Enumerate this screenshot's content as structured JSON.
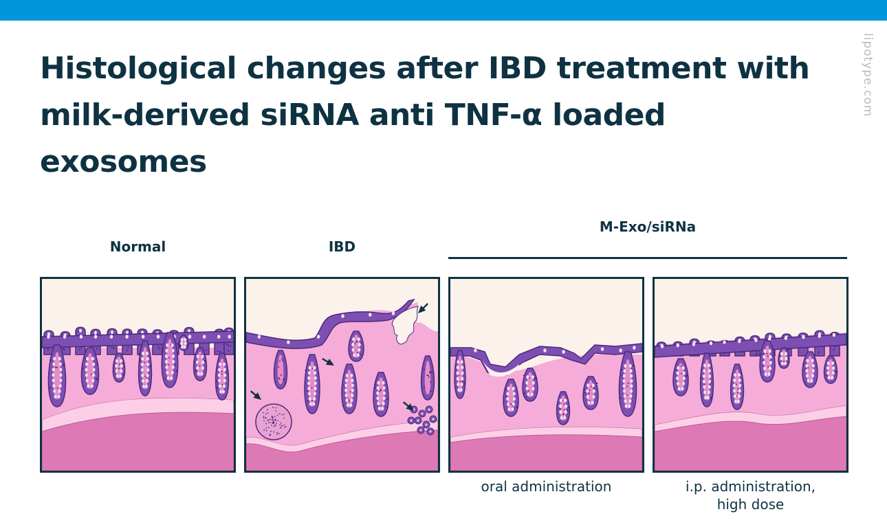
{
  "title": "Histological changes after IBD treatment with milk-derived siRNA anti TNF-α loaded exosomes",
  "brand": "lipotype.com",
  "group_label": "M-Exo/siRNa",
  "panels": [
    {
      "label": "Normal",
      "caption": ""
    },
    {
      "label": "IBD",
      "caption": ""
    },
    {
      "label": "",
      "caption": "oral administration"
    },
    {
      "label": "",
      "caption": "i.p. administration,\nhigh dose"
    }
  ],
  "colors": {
    "top_bar": "#0096db",
    "title_text": "#0e3242",
    "brand_text": "#b3bcc1",
    "lumen": "#fcf2ec",
    "mucosa": "#f5acd8",
    "submucosa_line": "#fccfe6",
    "muscularis": "#dd7ab5",
    "epithelium": "#7e4fb3",
    "epithelium_outline": "#4b2a78",
    "crypt_lumen": "#e98bc9",
    "goblet_cell": "#f7e4ef",
    "arrow": "#0e3242"
  },
  "icons": {
    "arrow": "arrow-icon",
    "lymphoid_follicle": "follicle-icon",
    "inflammatory_cells": "cell-cluster-icon"
  }
}
